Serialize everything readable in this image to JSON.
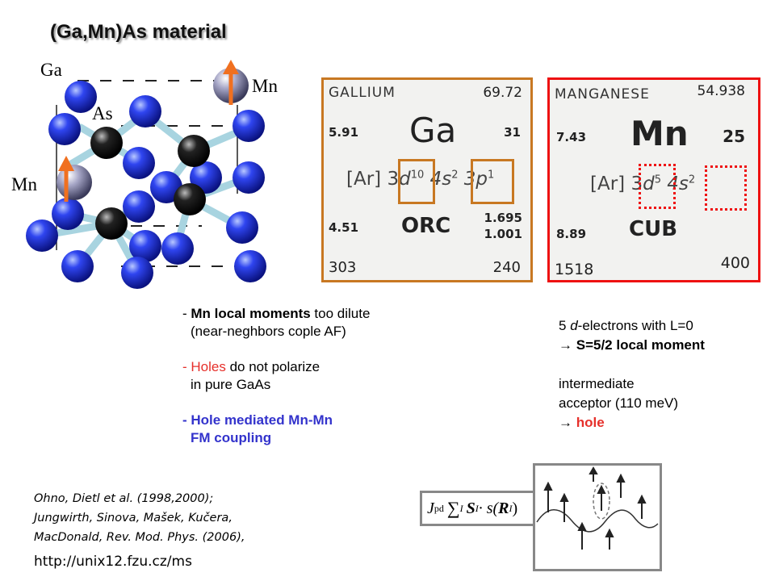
{
  "title": "(Ga,Mn)As material",
  "crystal": {
    "label_ga": "Ga",
    "label_as": "As",
    "label_mn_top": "Mn",
    "label_mn_left": "Mn"
  },
  "gallium_card": {
    "name": "GALLIUM",
    "mass": "69.72",
    "left_top": "5.91",
    "symbol": "Ga",
    "number": "31",
    "config_prefix": "[Ar] 3",
    "config_d": "d",
    "config_d_exp": "10",
    "config_s": "4s",
    "config_s_exp": "2",
    "config_p": "3p",
    "config_p_exp": "1",
    "left_mid": "4.51",
    "structure": "ORC",
    "right_mid_1": "1.695",
    "right_mid_2": "1.001",
    "bottom_left": "303",
    "bottom_right": "240",
    "border_color": "#c87822"
  },
  "manganese_card": {
    "name": "MANGANESE",
    "mass": "54.938",
    "left_top": "7.43",
    "symbol": "Mn",
    "number": "25",
    "config_prefix": "[Ar] 3",
    "config_d": "d",
    "config_d_exp": "5",
    "config_s": "4s",
    "config_s_exp": "2",
    "left_mid": "8.89",
    "structure": "CUB",
    "bottom_left": "1518",
    "bottom_right": "400",
    "border_color": "#ee1111"
  },
  "notes_left": {
    "l1_dash": "- ",
    "l1_bold": "Mn local moments",
    "l1_rest": " too dilute",
    "l2": "(near-neghbors cople AF)",
    "l3_dash": "- ",
    "l3_red": "Holes",
    "l3_rest": " do not polarize",
    "l4": "in pure GaAs",
    "l5": "- Hole mediated Mn-Mn",
    "l6": "FM coupling"
  },
  "notes_right": {
    "l1_pre": "5 ",
    "l1_it": "d",
    "l1_post": "-electrons with L=0",
    "l2_arrow": "→",
    "l2_bold": "S=5/2 local moment",
    "l3": "intermediate",
    "l4": "acceptor (110 meV)",
    "l5_arrow": "→",
    "l5_red": "hole"
  },
  "references": {
    "line1": "Ohno, Dietl et al. (1998,2000);",
    "line2": "Jungwirth, Sinova, Mašek, Kučera,",
    "line3": "MacDonald, Rev. Mod. Phys. (2006),",
    "url": "http://unix12.fzu.cz/ms"
  },
  "formula": {
    "j": "J",
    "pd": "pd",
    "sum": "∑",
    "sub_i": "I",
    "S": "S",
    "dot_s": " · s(",
    "R": "R",
    "close": ")"
  },
  "colors": {
    "ga_atom": "#1d2fd8",
    "as_atom": "#111111",
    "mn_atom": "#9a9ab8",
    "bond": "#a8d4e0",
    "spin_arrow": "#f07020"
  }
}
